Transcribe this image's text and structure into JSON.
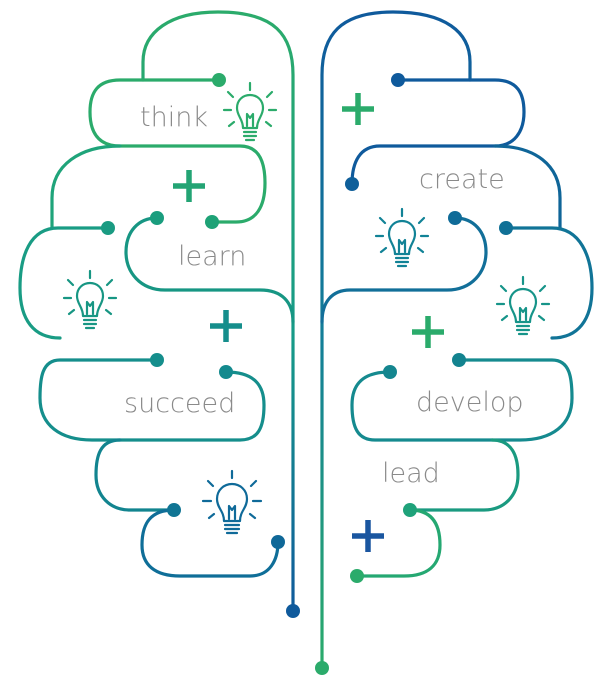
{
  "labels": {
    "think": "think",
    "learn": "learn",
    "succeed": "succeed",
    "create": "create",
    "develop": "develop",
    "lead": "lead"
  },
  "colors": {
    "green": "#2bab6b",
    "teal": "#18938a",
    "blue_teal": "#0e7c9b",
    "blue": "#0f5a9c",
    "text": "#8a8a8a"
  },
  "icons": [
    "lightbulb-icon",
    "plus-icon"
  ]
}
